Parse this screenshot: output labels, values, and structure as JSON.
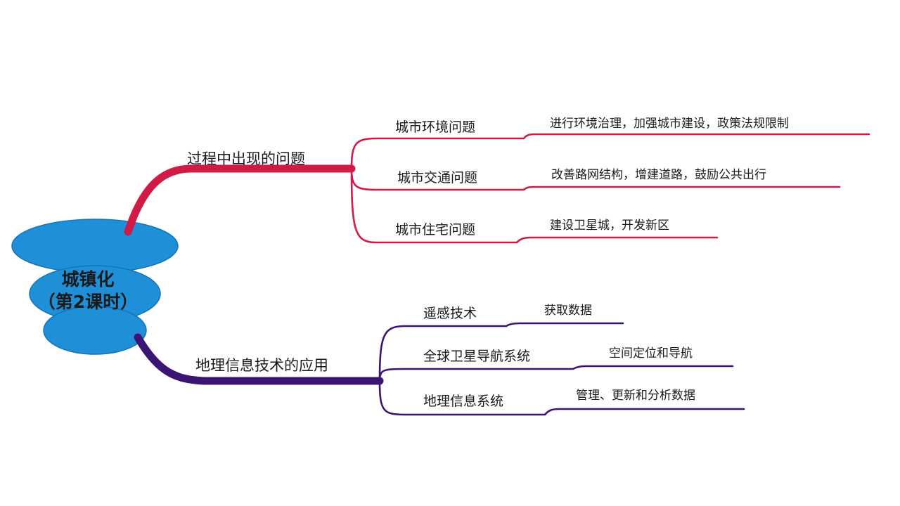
{
  "center": {
    "line1": "城镇化",
    "line2": "（第2课时）",
    "color": "#1f8fd8",
    "color_dark": "#1574b8"
  },
  "branches": [
    {
      "label": "过程中出现的问题",
      "color": "#d11a45",
      "children": [
        {
          "label": "城市环境问题",
          "leaf": "进行环境治理，加强城市建设，政策法规限制"
        },
        {
          "label": "城市交通问题",
          "leaf": "改善路网结构，增建道路，鼓励公共出行"
        },
        {
          "label": "城市住宅问题",
          "leaf": "建设卫星城，开发新区"
        }
      ]
    },
    {
      "label": "地理信息技术的应用",
      "color": "#3c1474",
      "children": [
        {
          "label": "遥感技术",
          "leaf": "获取数据"
        },
        {
          "label": "全球卫星导航系统",
          "leaf": "空间定位和导航"
        },
        {
          "label": "地理信息系统",
          "leaf": "管理、更新和分析数据"
        }
      ]
    }
  ]
}
